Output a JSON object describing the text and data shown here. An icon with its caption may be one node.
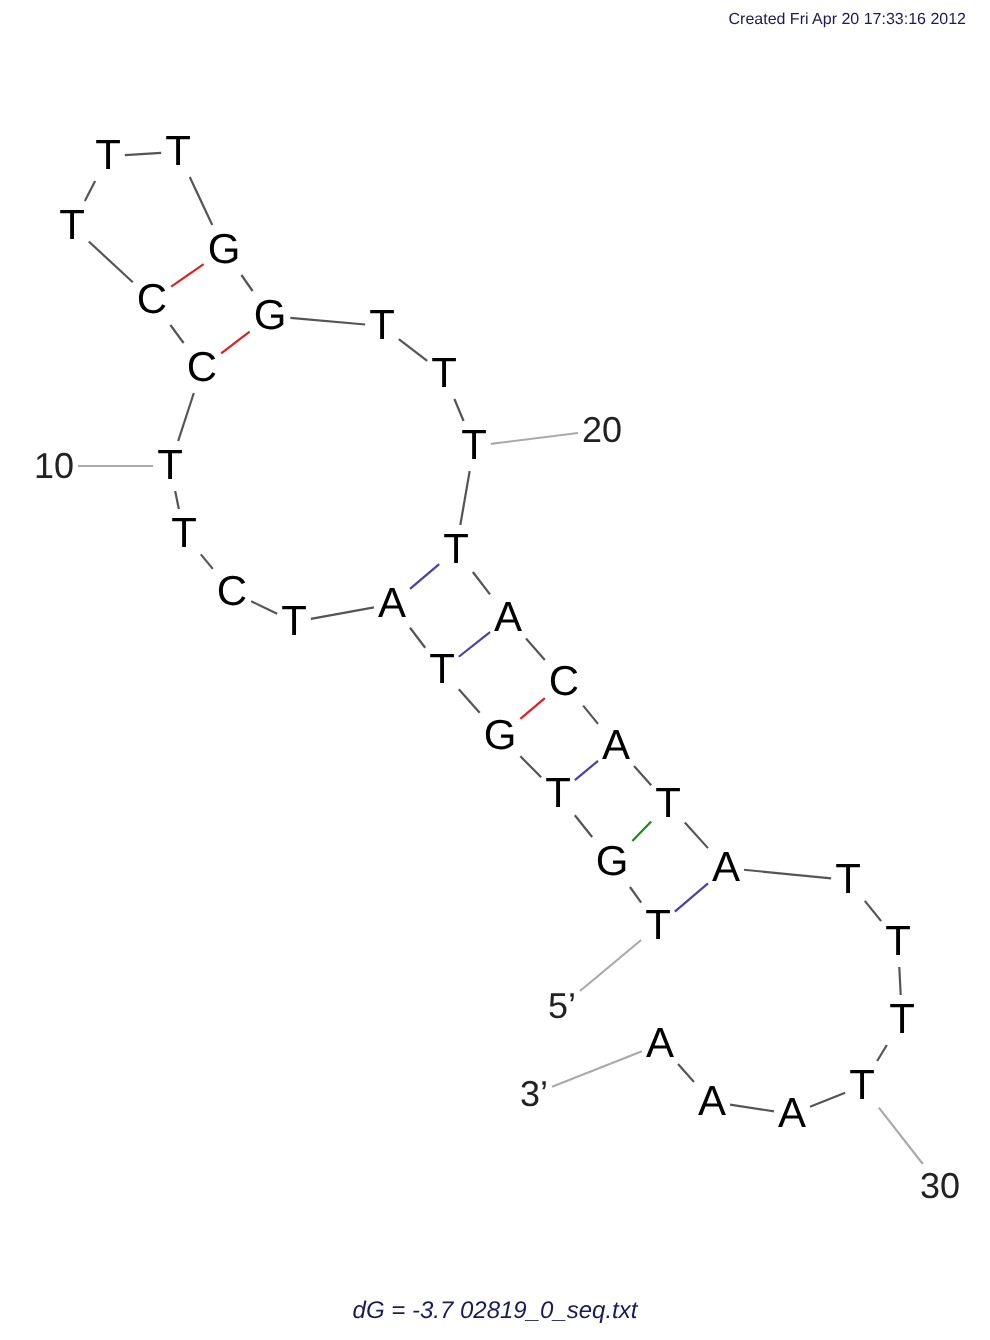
{
  "diagram": {
    "caption": "dG = -3.7 02819_0_seq.txt",
    "nodes": [
      {
        "text": [
          "T"
        ]
      },
      {
        "text": [
          "G"
        ]
      },
      {
        "text": [
          "T"
        ]
      },
      {
        "text": [
          "G"
        ]
      },
      {
        "text": [
          "T"
        ]
      },
      {
        "text": [
          "A"
        ]
      },
      {
        "text": [
          "T"
        ]
      },
      {
        "text": [
          "C"
        ]
      },
      {
        "text": [
          "T"
        ]
      },
      {
        "text": [
          "T"
        ]
      },
      {
        "text": [
          "C"
        ]
      },
      {
        "text": [
          "C"
        ]
      },
      {
        "text": [
          "T"
        ]
      },
      {
        "text": [
          "T"
        ]
      },
      {
        "text": [
          "T"
        ]
      },
      {
        "text": [
          "G"
        ]
      },
      {
        "text": [
          "G"
        ]
      },
      {
        "text": [
          "T"
        ]
      },
      {
        "text": [
          "T"
        ]
      },
      {
        "text": [
          "T"
        ]
      },
      {
        "text": [
          "T"
        ]
      },
      {
        "text": [
          "A"
        ]
      },
      {
        "text": [
          "C"
        ]
      },
      {
        "text": [
          "A"
        ]
      },
      {
        "text": [
          "T"
        ]
      },
      {
        "text": [
          "A"
        ]
      },
      {
        "text": [
          "T"
        ]
      },
      {
        "text": [
          "T"
        ]
      },
      {
        "text": [
          "T"
        ]
      },
      {
        "text": [
          "T"
        ]
      },
      {
        "text": [
          "A"
        ]
      },
      {
        "text": [
          "A"
        ]
      },
      {
        "text": [
          "A"
        ]
      },
      {
        "text": [
          "10"
        ]
      },
      {
        "text": [
          "20"
        ]
      },
      {
        "text": [
          "30"
        ]
      },
      {
        "text": [
          "5’"
        ]
      },
      {
        "text": [
          "3’"
        ]
      }
    ],
    "edges": [
      {
        "from": 0,
        "to": 1,
        "arrow": "none"
      },
      {
        "from": 1,
        "to": 2,
        "arrow": "none"
      },
      {
        "from": 2,
        "to": 3,
        "arrow": "none"
      },
      {
        "from": 3,
        "to": 4,
        "arrow": "none"
      },
      {
        "from": 4,
        "to": 5,
        "arrow": "none"
      },
      {
        "from": 5,
        "to": 6,
        "arrow": "none"
      },
      {
        "from": 6,
        "to": 7,
        "arrow": "none"
      },
      {
        "from": 7,
        "to": 8,
        "arrow": "none"
      },
      {
        "from": 8,
        "to": 9,
        "arrow": "none"
      },
      {
        "from": 9,
        "to": 10,
        "arrow": "none"
      },
      {
        "from": 10,
        "to": 11,
        "arrow": "none"
      },
      {
        "from": 11,
        "to": 12,
        "arrow": "none"
      },
      {
        "from": 12,
        "to": 13,
        "arrow": "none"
      },
      {
        "from": 13,
        "to": 14,
        "arrow": "none"
      },
      {
        "from": 14,
        "to": 15,
        "arrow": "none"
      },
      {
        "from": 15,
        "to": 16,
        "arrow": "none"
      },
      {
        "from": 16,
        "to": 17,
        "arrow": "none"
      },
      {
        "from": 17,
        "to": 18,
        "arrow": "none"
      },
      {
        "from": 18,
        "to": 19,
        "arrow": "none"
      },
      {
        "from": 19,
        "to": 20,
        "arrow": "none"
      },
      {
        "from": 20,
        "to": 21,
        "arrow": "none"
      },
      {
        "from": 21,
        "to": 22,
        "arrow": "none"
      },
      {
        "from": 22,
        "to": 23,
        "arrow": "none"
      },
      {
        "from": 23,
        "to": 24,
        "arrow": "none"
      },
      {
        "from": 24,
        "to": 25,
        "arrow": "none"
      },
      {
        "from": 25,
        "to": 26,
        "arrow": "none"
      },
      {
        "from": 26,
        "to": 27,
        "arrow": "none"
      },
      {
        "from": 27,
        "to": 28,
        "arrow": "none"
      },
      {
        "from": 28,
        "to": 29,
        "arrow": "none"
      },
      {
        "from": 29,
        "to": 30,
        "arrow": "none"
      },
      {
        "from": 30,
        "to": 31,
        "arrow": "none"
      },
      {
        "from": 31,
        "to": 32,
        "arrow": "none"
      },
      {
        "from": 5,
        "to": 20,
        "arrow": "none",
        "color": "#4b3fb0"
      },
      {
        "from": 4,
        "to": 21,
        "arrow": "none",
        "color": "#4b3fb0"
      },
      {
        "from": 3,
        "to": 22,
        "arrow": "none",
        "color": "#e02020"
      },
      {
        "from": 2,
        "to": 23,
        "arrow": "none",
        "color": "#4b3fb0"
      },
      {
        "from": 1,
        "to": 24,
        "arrow": "none",
        "color": "#1a8a1a"
      },
      {
        "from": 0,
        "to": 25,
        "arrow": "none",
        "color": "#4b3fb0"
      },
      {
        "from": 10,
        "to": 16,
        "arrow": "none",
        "color": "#e02020"
      },
      {
        "from": 11,
        "to": 15,
        "arrow": "none",
        "color": "#e02020"
      },
      {
        "from": 33,
        "to": 9,
        "arrow": "none",
        "color": "#aaaaaa"
      },
      {
        "from": 34,
        "to": 19,
        "arrow": "none",
        "color": "#aaaaaa"
      },
      {
        "from": 35,
        "to": 29,
        "arrow": "none",
        "color": "#aaaaaa"
      },
      {
        "from": 36,
        "to": 0,
        "arrow": "none",
        "color": "#aaaaaa"
      },
      {
        "from": 37,
        "to": 32,
        "arrow": "none",
        "color": "#aaaaaa"
      }
    ],
    "labels": [
      "Created Fri Apr 20 17:33:16 2012"
    ]
  }
}
